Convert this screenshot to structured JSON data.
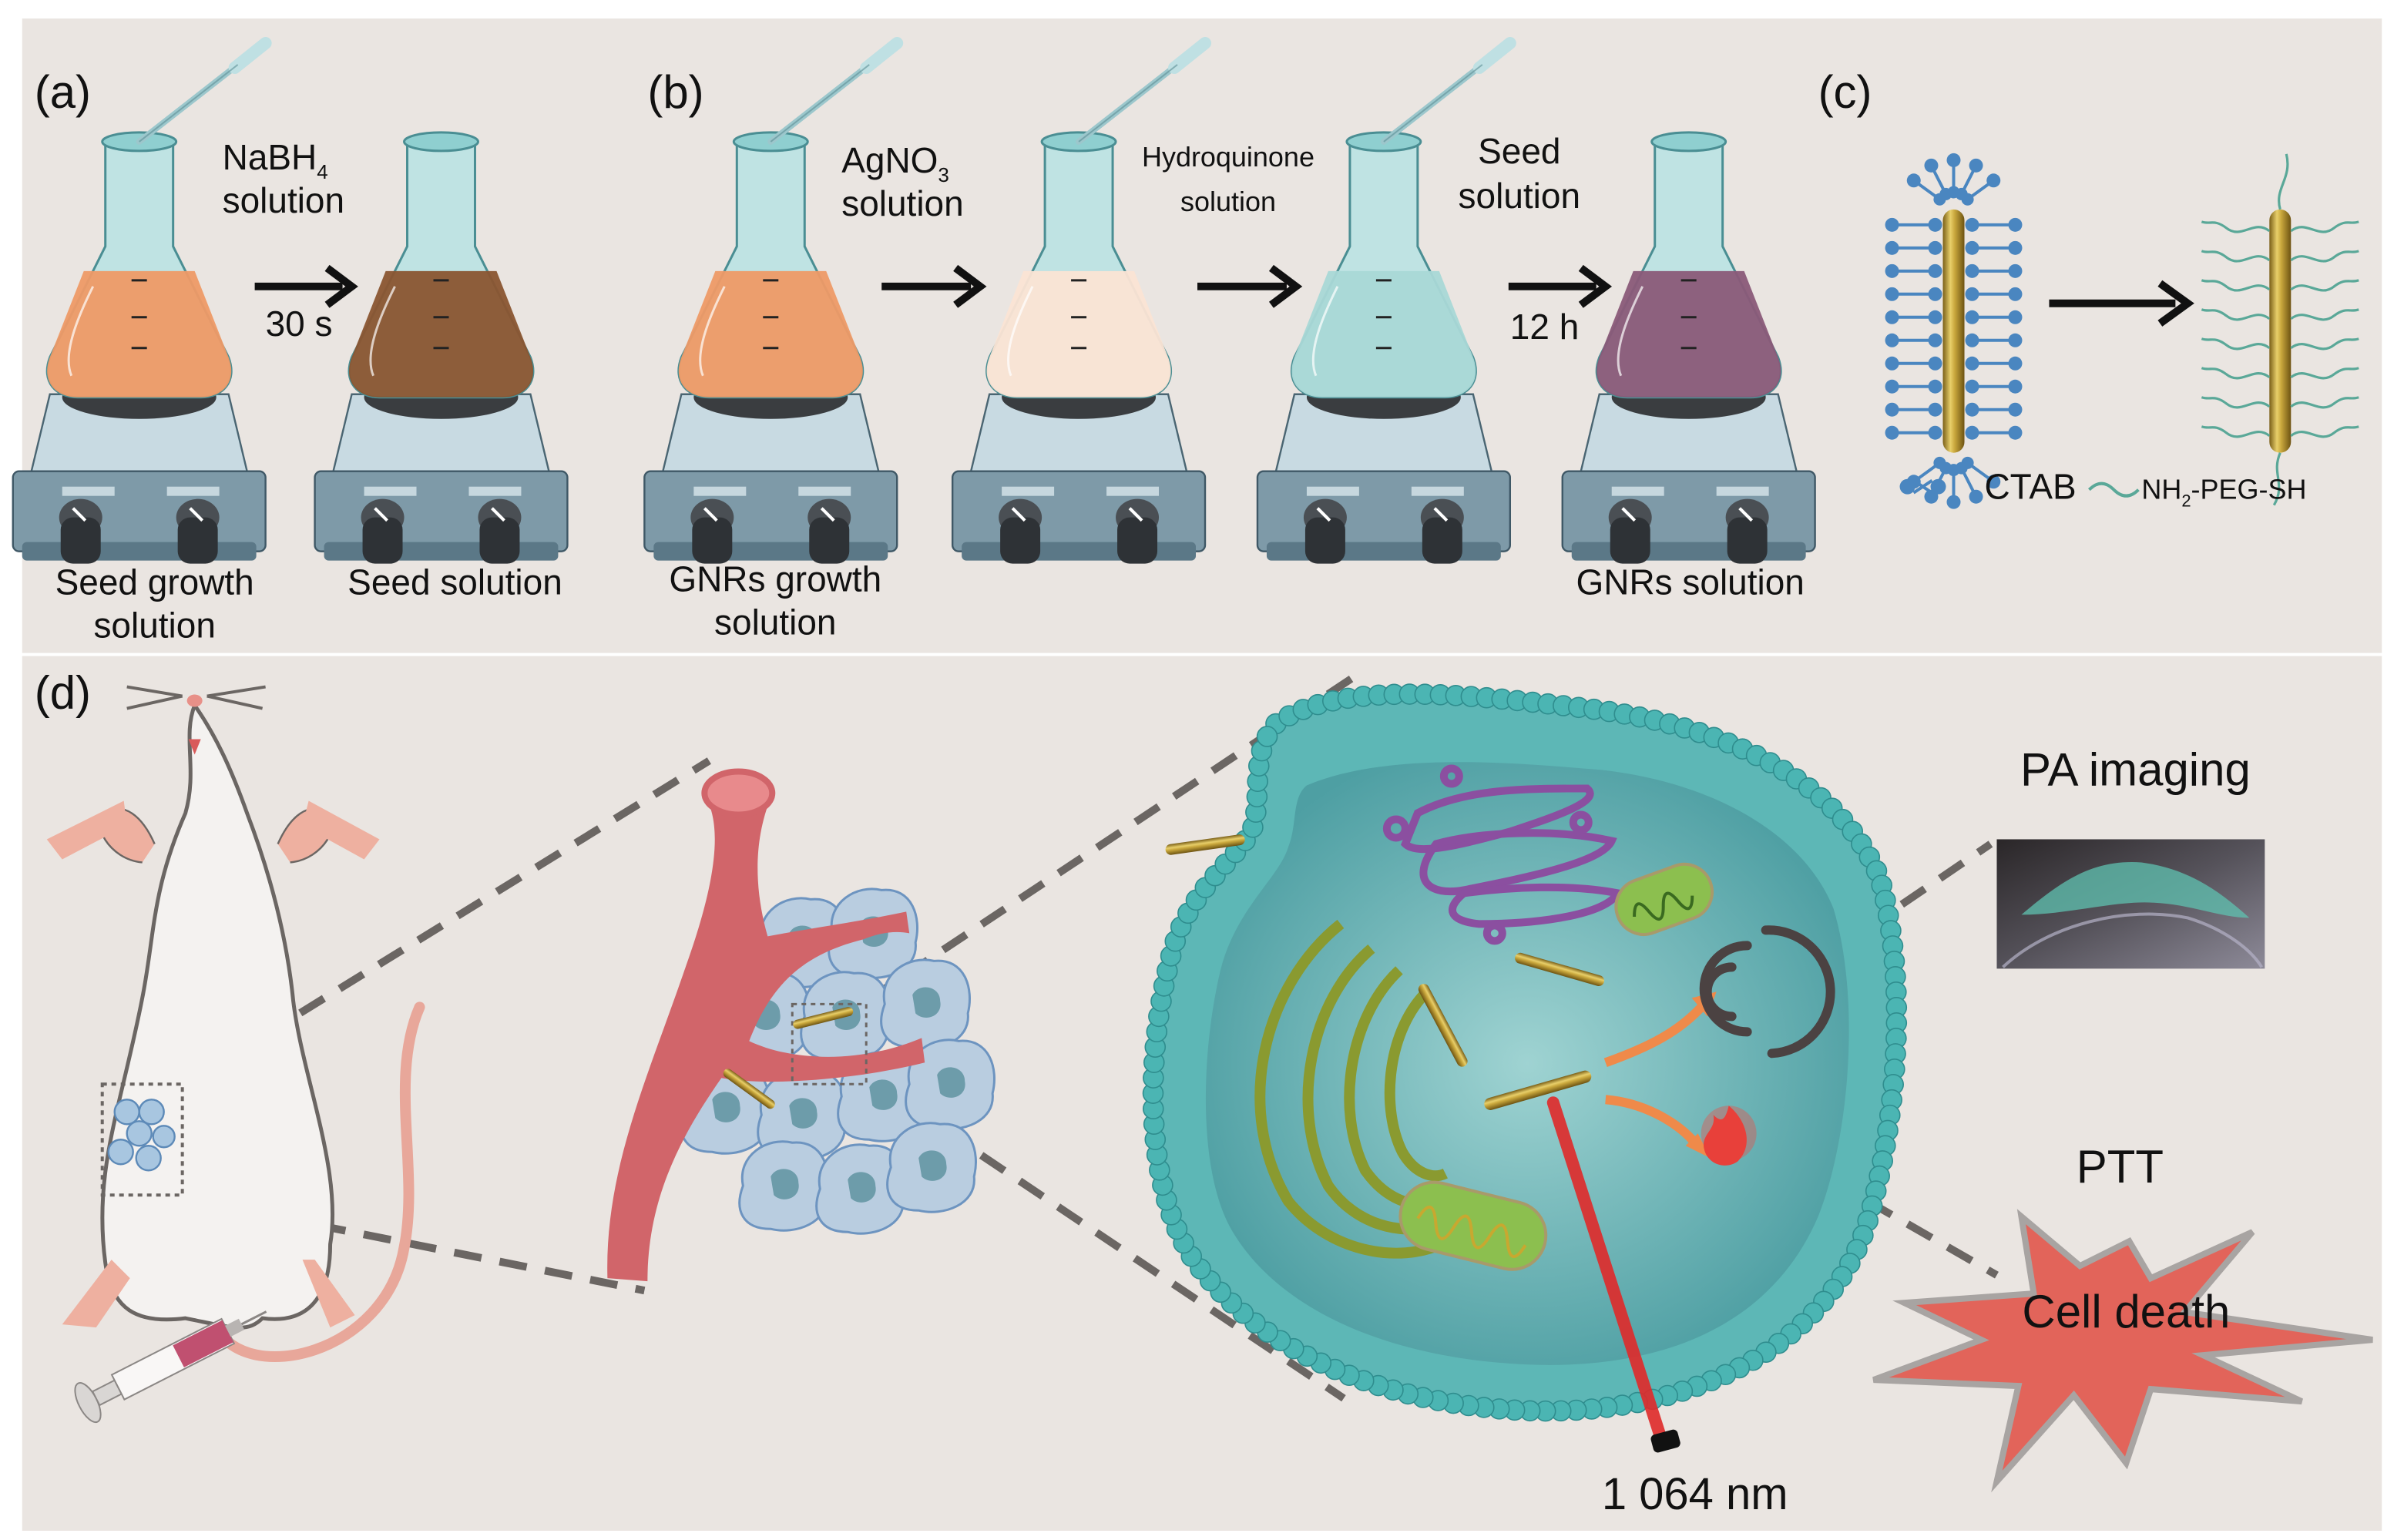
{
  "colors": {
    "background": "#eae5e1",
    "divider": "#f7f4f2",
    "text": "#111111",
    "arrow": "#111111",
    "flask_glass": "#bfe3e3",
    "flask_rim": "#8fcfd0",
    "liquid_seed_growth": "#ee9a66",
    "liquid_seed": "#8a5530",
    "liquid_gnr_growth": "#ee9a66",
    "liquid_hydroquinone": "#fbe4d4",
    "liquid_seed_added": "#a9d8d6",
    "liquid_gnrs": "#8a5a78",
    "stirrer_body": "#7e9aa8",
    "stirrer_top": "#b9cfd8",
    "knob": "#2e3236",
    "gold_rod": "#b8942e",
    "ctab": "#4a86c0",
    "peg": "#5aa898",
    "blood_vessel": "#d1656a",
    "tumor_cell": "#b9cde0",
    "tumor_nucleus": "#6d9caa",
    "cell_membrane": "#4bb5b3",
    "cell_cytoplasm": "#7fc3c4",
    "golgi": "#8b4fa0",
    "er": "#8a9a30",
    "mitochondria": "#8cbf4f",
    "laser": "#e02a2a",
    "starburst": "#e2645a",
    "starburst_edge": "#a8a4a2",
    "dashed_line": "#6b6663"
  },
  "panels": {
    "a": {
      "label": "(a)",
      "reagent_line1": "NaBH",
      "reagent_sub": "4",
      "reagent_line2": "solution",
      "arrow_time": "30 s",
      "flask1_caption_line1": "Seed growth",
      "flask1_caption_line2": "solution",
      "flask2_caption": "Seed solution"
    },
    "b": {
      "label": "(b)",
      "step1_line1": "AgNO",
      "step1_sub": "3",
      "step1_line2": "solution",
      "step2_line1": "Hydroquinone",
      "step2_line2": "solution",
      "step3_line1": "Seed",
      "step3_line2": "solution",
      "arrow_time": "12 h",
      "flask1_caption_line1": "GNRs growth",
      "flask1_caption_line2": "solution",
      "flask4_caption": "GNRs solution"
    },
    "c": {
      "label": "(c)",
      "legend_ctab": "CTAB",
      "legend_peg_pre": "NH",
      "legend_peg_sub": "2",
      "legend_peg_post": "-PEG-SH"
    },
    "d": {
      "label": "(d)",
      "pa_imaging": "PA imaging",
      "ptt": "PTT",
      "cell_death": "Cell death",
      "laser_wavelength": "1 064 nm"
    }
  }
}
